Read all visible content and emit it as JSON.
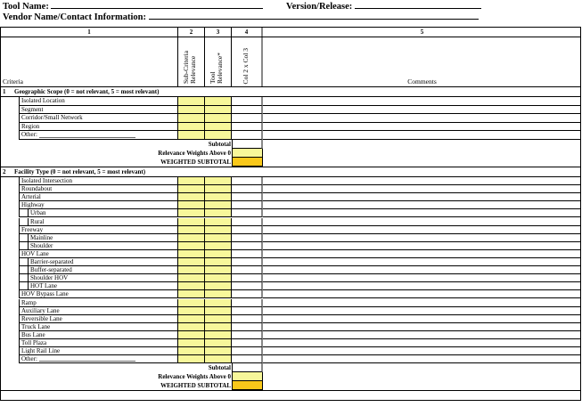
{
  "header": {
    "tool_name_label": "Tool Name:",
    "version_label": "Version/Release:",
    "vendor_label": "Vendor Name/Contact Information:"
  },
  "columns": {
    "c1": "1",
    "c2": "2",
    "c3": "3",
    "c4": "4",
    "c5": "5",
    "criteria": "Criteria",
    "sub_criteria": "Sub-Criteria Relevance",
    "tool_relevance": "Tool Relevance*",
    "col_product": "Col 2 x Col 3",
    "comments": "Comments"
  },
  "summary": {
    "subtotal": "Subtotal",
    "relevance_weights": "Relevance Weights Above 0",
    "weighted_subtotal": "WEIGHTED SUBTOTAL"
  },
  "colors": {
    "input": "#f7f79a",
    "weighted": "#f9c81a"
  },
  "sections": [
    {
      "number": "1",
      "title": "Geographic Scope (0 = not relevant, 5 = most relevant)",
      "items": [
        {
          "label": "Isolated Location",
          "level": 1
        },
        {
          "label": "Segment",
          "level": 1
        },
        {
          "label": "Corridor/Small Network",
          "level": 1
        },
        {
          "label": "Region",
          "level": 1
        },
        {
          "label": "Other:",
          "level": 1,
          "blank": true
        }
      ]
    },
    {
      "number": "2",
      "title": "Facility Type (0 = not relevant, 5 = most relevant)",
      "items": [
        {
          "label": "Isolated Intersection",
          "level": 1
        },
        {
          "label": "Roundabout",
          "level": 1
        },
        {
          "label": "Arterial",
          "level": 1
        },
        {
          "label": "Highway",
          "level": 1
        },
        {
          "label": "Urban",
          "level": 2
        },
        {
          "label": "Rural",
          "level": 2
        },
        {
          "label": "Freeway",
          "level": 1
        },
        {
          "label": "Mainline",
          "level": 2
        },
        {
          "label": "Shoulder",
          "level": 2
        },
        {
          "label": "HOV Lane",
          "level": 1
        },
        {
          "label": "Barrier-separated",
          "level": 2
        },
        {
          "label": "Buffer-separated",
          "level": 2
        },
        {
          "label": "Shoulder HOV",
          "level": 2
        },
        {
          "label": "HOT Lane",
          "level": 2
        },
        {
          "label": "HOV Bypass Lane",
          "level": 1
        },
        {
          "label": "Ramp",
          "level": 1
        },
        {
          "label": "Auxiliary Lane",
          "level": 1
        },
        {
          "label": "Reversible Lane",
          "level": 1
        },
        {
          "label": "Truck Lane",
          "level": 1
        },
        {
          "label": "Bus Lane",
          "level": 1
        },
        {
          "label": "Toll Plaza",
          "level": 1
        },
        {
          "label": "Light Rail Line",
          "level": 1
        },
        {
          "label": "Other:",
          "level": 1,
          "blank": true
        }
      ]
    }
  ]
}
